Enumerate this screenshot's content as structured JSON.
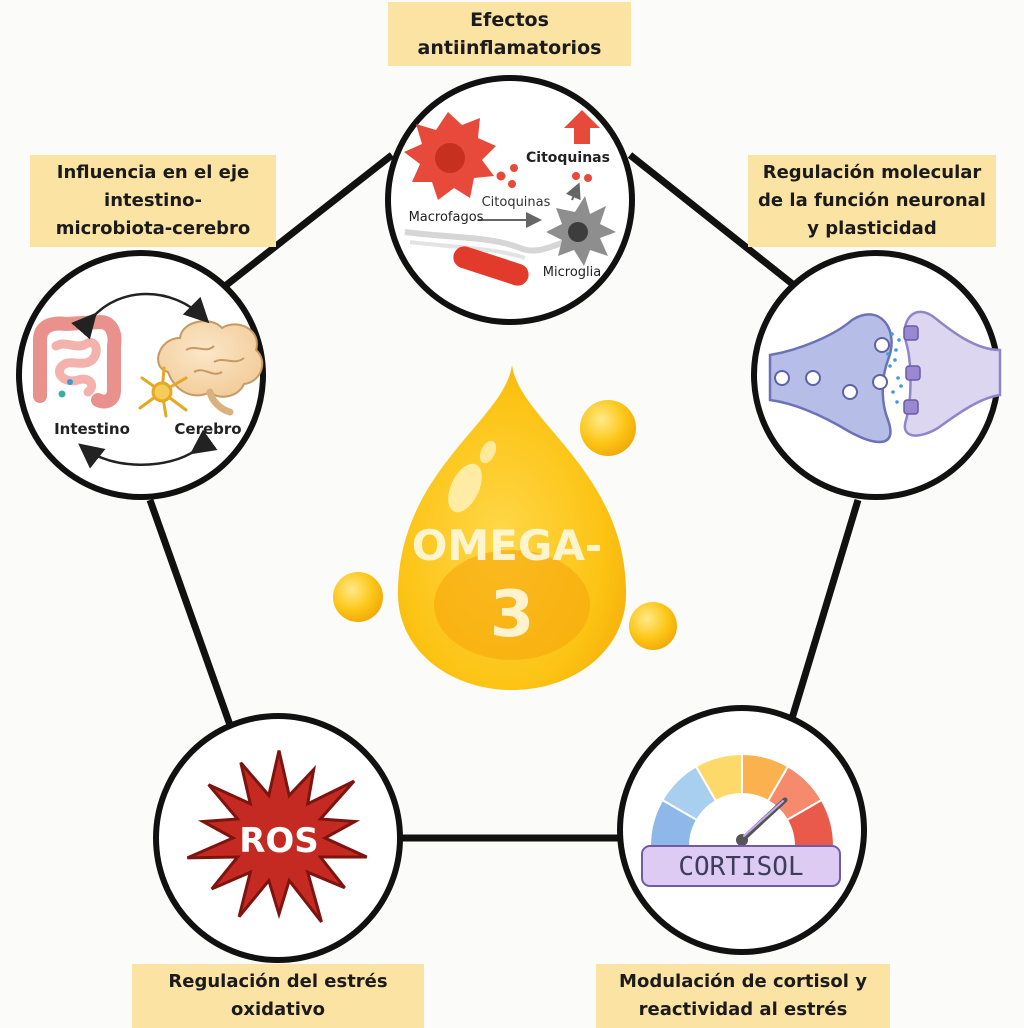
{
  "center": {
    "line1": "OMEGA-",
    "line2": "3"
  },
  "nodes": {
    "anti": {
      "title": [
        "Efectos",
        "antiinflamatorios"
      ],
      "labels": {
        "cyto_top": "Citoquinas",
        "cyto_mid": "Citoquinas",
        "macro": "Macrofagos",
        "micro": "Microglia"
      }
    },
    "neuro": {
      "title": [
        "Regulación molecular",
        "de la función neuronal",
        "y plasticidad"
      ]
    },
    "cortisol": {
      "title": [
        "Modulación de cortisol y",
        "reactividad al estrés"
      ],
      "gauge_label": "CORTISOL",
      "gauge_colors": [
        "#8eb8ea",
        "#a8cff0",
        "#fdd96a",
        "#fbb24e",
        "#f58a6c",
        "#ea5a4a"
      ]
    },
    "ros": {
      "title": [
        "Regulación del estrés",
        "oxidativo"
      ],
      "burst_label": "ROS"
    },
    "gut": {
      "title": [
        "Influencia en el eje",
        "intestino-",
        "microbiota-cerebro"
      ],
      "labels": {
        "gut": "Intestino",
        "brain": "Cerebro"
      }
    }
  },
  "colors": {
    "drop": "#fcc313",
    "drop_dark": "#f5a60a",
    "label_bg": "#fbe3a4",
    "ros_red": "#c42a22",
    "macrophage": "#e74a3a"
  }
}
